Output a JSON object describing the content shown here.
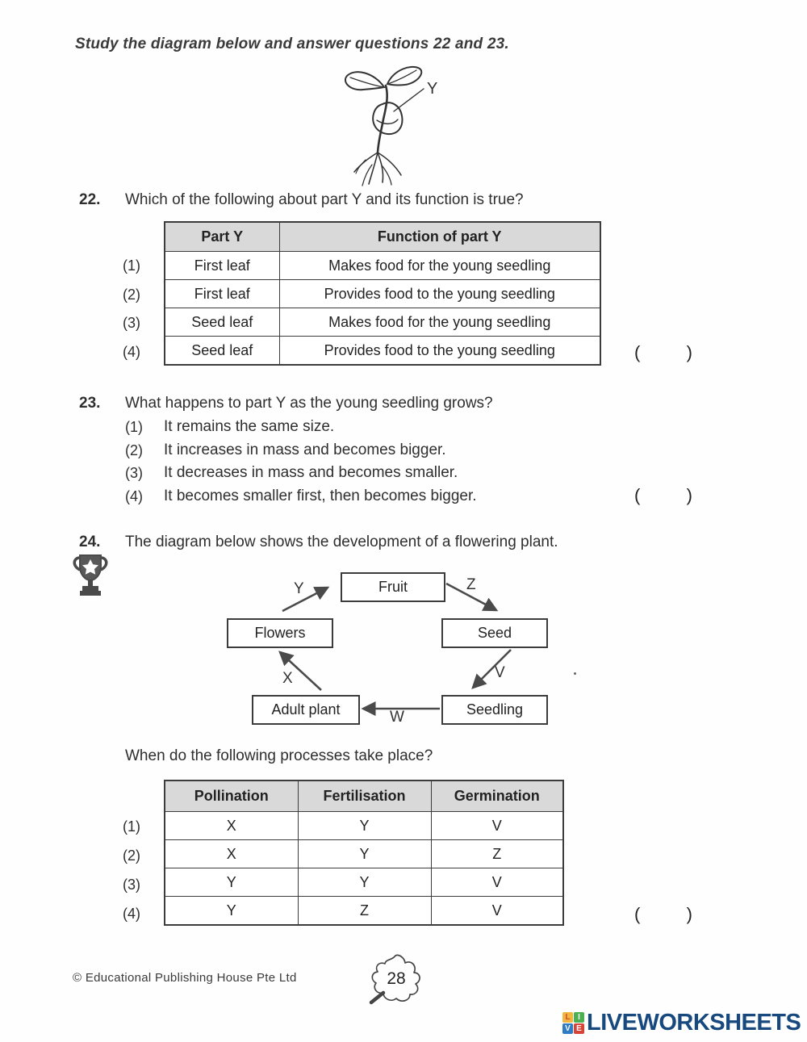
{
  "page": {
    "instruction": "Study the diagram below and answer questions 22 and 23.",
    "paren_open": "(",
    "paren_close": ")",
    "footer": {
      "copyright": "© Educational Publishing House Pte Ltd",
      "page_number": "28"
    },
    "brand": {
      "name": "LIVEWORKSHEETS",
      "color": "#17497e",
      "blocks": [
        {
          "letter": "L",
          "color": "#f0b63e",
          "letter_color": "#d84338"
        },
        {
          "letter": "I",
          "color": "#4caf50",
          "letter_color": "#ffffff"
        },
        {
          "letter": "V",
          "color": "#2e7cc3",
          "letter_color": "#ffffff"
        },
        {
          "letter": "E",
          "color": "#d84338",
          "letter_color": "#ffffff"
        }
      ]
    }
  },
  "seedling": {
    "label": "Y"
  },
  "q22": {
    "number": "22.",
    "text": "Which of the following about part Y and its function is true?",
    "table": {
      "headers": [
        "Part Y",
        "Function of part Y"
      ],
      "rows": [
        {
          "option": "(1)",
          "part": "First leaf",
          "function": "Makes food for the young seedling"
        },
        {
          "option": "(2)",
          "part": "First leaf",
          "function": "Provides food to the young seedling"
        },
        {
          "option": "(3)",
          "part": "Seed leaf",
          "function": "Makes food for the young seedling"
        },
        {
          "option": "(4)",
          "part": "Seed leaf",
          "function": "Provides food to the young seedling"
        }
      ]
    }
  },
  "q23": {
    "number": "23.",
    "text": "What happens to part Y as the young seedling grows?",
    "options": [
      {
        "label": "(1)",
        "text": "It remains the same size."
      },
      {
        "label": "(2)",
        "text": "It increases in mass and becomes bigger."
      },
      {
        "label": "(3)",
        "text": "It decreases in mass and becomes smaller."
      },
      {
        "label": "(4)",
        "text": "It becomes smaller first, then becomes bigger."
      }
    ]
  },
  "q24": {
    "number": "24.",
    "text": "The diagram below shows the development of a flowering plant.",
    "sub_question": "When do the following processes take place?",
    "cycle": {
      "nodes": {
        "fruit": "Fruit",
        "flowers": "Flowers",
        "seed": "Seed",
        "adult_plant": "Adult plant",
        "seedling": "Seedling"
      },
      "arrow_labels": {
        "y": "Y",
        "z": "Z",
        "x": "X",
        "v": "V",
        "w": "W"
      }
    },
    "table": {
      "headers": [
        "Pollination",
        "Fertilisation",
        "Germination"
      ],
      "rows": [
        {
          "option": "(1)",
          "cells": [
            "X",
            "Y",
            "V"
          ]
        },
        {
          "option": "(2)",
          "cells": [
            "X",
            "Y",
            "Z"
          ]
        },
        {
          "option": "(3)",
          "cells": [
            "Y",
            "Y",
            "V"
          ]
        },
        {
          "option": "(4)",
          "cells": [
            "Y",
            "Z",
            "V"
          ]
        }
      ]
    }
  }
}
